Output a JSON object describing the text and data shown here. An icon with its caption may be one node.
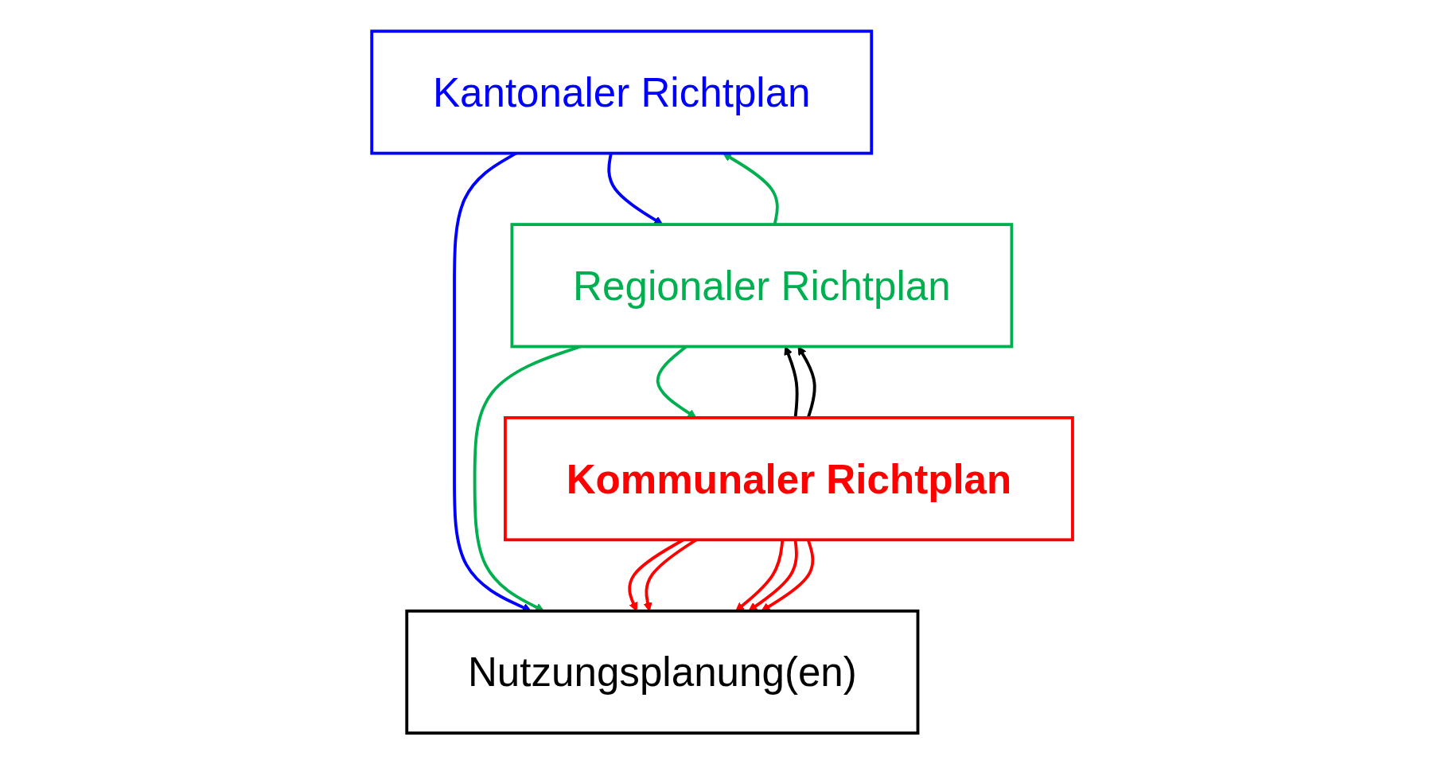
{
  "diagram": {
    "nodes": [
      {
        "text": [
          "Kantonaler Richtplan"
        ]
      },
      {
        "text": [
          "Regionaler Richtplan"
        ]
      },
      {
        "text": [
          "Kommunaler Richtplan"
        ]
      },
      {
        "text": [
          "Nutzungsplanung(en)"
        ]
      }
    ],
    "edges": [
      {
        "from": 0,
        "to": 1,
        "arrow": "to",
        "color": "#0000ff"
      },
      {
        "from": 0,
        "to": 3,
        "arrow": "to",
        "color": "#0000ff"
      },
      {
        "from": 1,
        "to": 0,
        "arrow": "to",
        "color": "#00b050"
      },
      {
        "from": 1,
        "to": 2,
        "arrow": "to",
        "color": "#00b050"
      },
      {
        "from": 1,
        "to": 3,
        "arrow": "to",
        "color": "#00b050"
      },
      {
        "from": 2,
        "to": 1,
        "arrow": "to",
        "color": "#000000"
      },
      {
        "from": 2,
        "to": 1,
        "arrow": "to",
        "color": "#000000"
      },
      {
        "from": 2,
        "to": 3,
        "arrow": "to",
        "color": "#ff0000"
      },
      {
        "from": 2,
        "to": 3,
        "arrow": "to",
        "color": "#ff0000"
      },
      {
        "from": 2,
        "to": 3,
        "arrow": "to",
        "color": "#ff0000"
      },
      {
        "from": 2,
        "to": 3,
        "arrow": "to",
        "color": "#ff0000"
      },
      {
        "from": 2,
        "to": 3,
        "arrow": "to",
        "color": "#ff0000"
      }
    ]
  }
}
